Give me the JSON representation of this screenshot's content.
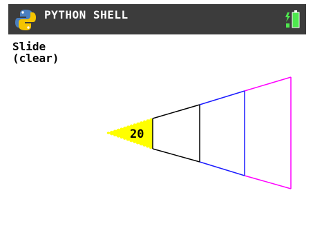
{
  "app": {
    "title": "PYTHON SHELL"
  },
  "status": {
    "battery_icon": "battery-charging-icon",
    "python_icon": "python-logo-icon"
  },
  "shell": {
    "lines": [
      "Slide",
      "(clear)"
    ]
  },
  "drawing": {
    "label": "20",
    "colors": {
      "fill": "#ffff00",
      "black": "#000000",
      "blue": "#1a1aff",
      "magenta": "#ff00ff"
    }
  }
}
